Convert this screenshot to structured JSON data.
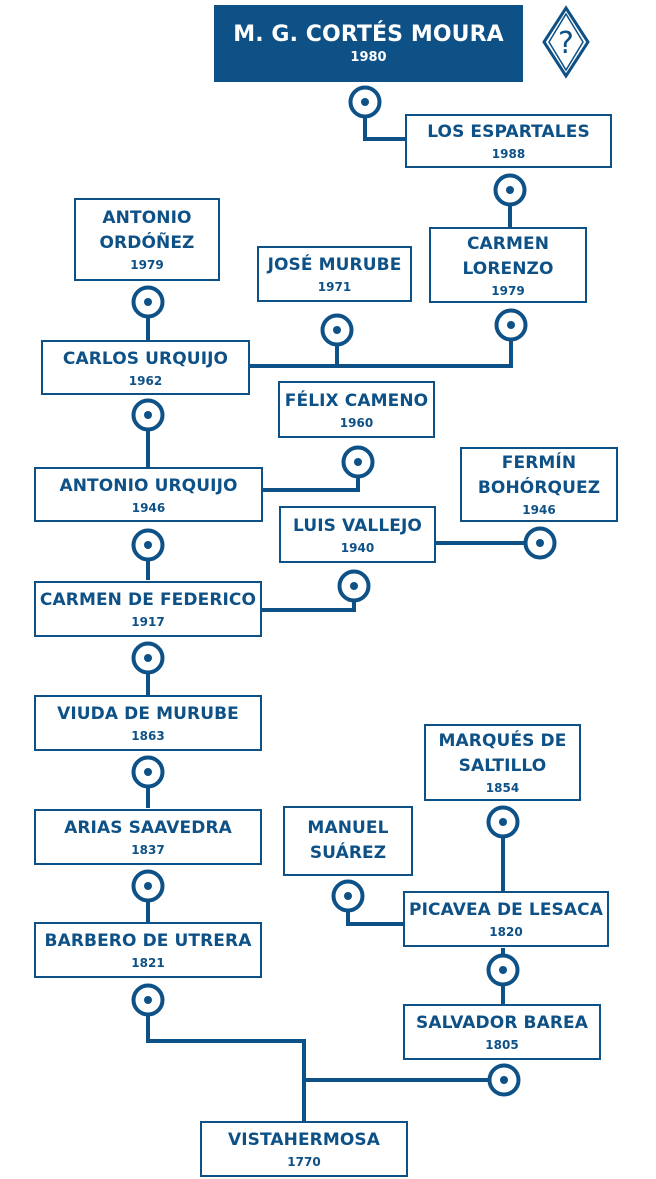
{
  "title": {
    "name": "M. G. CORTÉS MOURA",
    "year": "1980"
  },
  "emblem": {
    "icon": "diamond-question-brand-icon",
    "glyph": "?"
  },
  "colors": {
    "primary": "#0e5187",
    "background": "#ffffff"
  },
  "ancestors": [
    {
      "id": "los-espartales",
      "name": "LOS ESPARTALES",
      "year": "1988"
    },
    {
      "id": "carmen-lorenzo",
      "name": "CARMEN\nLORENZO",
      "year": "1979"
    },
    {
      "id": "antonio-ordonez",
      "name": "ANTONIO\nORDÓÑEZ",
      "year": "1979"
    },
    {
      "id": "jose-murube",
      "name": "JOSÉ MURUBE",
      "year": "1971"
    },
    {
      "id": "carlos-urquijo",
      "name": "CARLOS URQUIJO",
      "year": "1962"
    },
    {
      "id": "felix-cameno",
      "name": "FÉLIX CAMENO",
      "year": "1960"
    },
    {
      "id": "antonio-urquijo",
      "name": "ANTONIO URQUIJO",
      "year": "1946"
    },
    {
      "id": "fermin-bohorquez",
      "name": "FERMÍN\nBOHÓRQUEZ",
      "year": "1946"
    },
    {
      "id": "luis-vallejo",
      "name": "LUIS VALLEJO",
      "year": "1940"
    },
    {
      "id": "carmen-de-federico",
      "name": "CARMEN DE FEDERICO",
      "year": "1917"
    },
    {
      "id": "viuda-de-murube",
      "name": "VIUDA DE MURUBE",
      "year": "1863"
    },
    {
      "id": "marques-de-saltillo",
      "name": "MARQUÉS DE\nSALTILLO",
      "year": "1854"
    },
    {
      "id": "arias-saavedra",
      "name": "ARIAS SAAVEDRA",
      "year": "1837"
    },
    {
      "id": "manuel-suarez",
      "name": "MANUEL\nSUÁREZ",
      "year": ""
    },
    {
      "id": "barbero-de-utrera",
      "name": "BARBERO DE UTRERA",
      "year": "1821"
    },
    {
      "id": "picavea-de-lesaca",
      "name": "PICAVEA DE LESACA",
      "year": "1820"
    },
    {
      "id": "salvador-barea",
      "name": "SALVADOR BAREA",
      "year": "1805"
    },
    {
      "id": "vistahermosa",
      "name": "VISTAHERMOSA",
      "year": "1770"
    }
  ],
  "links": [
    {
      "from": "los-espartales",
      "to": "m-g-cortes-moura"
    },
    {
      "from": "carmen-lorenzo",
      "to": "los-espartales"
    },
    {
      "from": "antonio-ordonez",
      "to": "carlos-urquijo"
    },
    {
      "from": "jose-murube",
      "to": "carlos-urquijo"
    },
    {
      "from": "carmen-lorenzo",
      "to": "carlos-urquijo"
    },
    {
      "from": "carlos-urquijo",
      "to": "antonio-urquijo"
    },
    {
      "from": "felix-cameno",
      "to": "antonio-urquijo"
    },
    {
      "from": "antonio-urquijo",
      "to": "carmen-de-federico"
    },
    {
      "from": "luis-vallejo",
      "to": "carmen-de-federico"
    },
    {
      "from": "fermin-bohorquez",
      "to": "luis-vallejo"
    },
    {
      "from": "carmen-de-federico",
      "to": "viuda-de-murube"
    },
    {
      "from": "viuda-de-murube",
      "to": "arias-saavedra"
    },
    {
      "from": "arias-saavedra",
      "to": "barbero-de-utrera"
    },
    {
      "from": "barbero-de-utrera",
      "to": "vistahermosa"
    },
    {
      "from": "marques-de-saltillo",
      "to": "picavea-de-lesaca"
    },
    {
      "from": "manuel-suarez",
      "to": "picavea-de-lesaca"
    },
    {
      "from": "picavea-de-lesaca",
      "to": "salvador-barea"
    },
    {
      "from": "salvador-barea",
      "to": "vistahermosa"
    }
  ]
}
